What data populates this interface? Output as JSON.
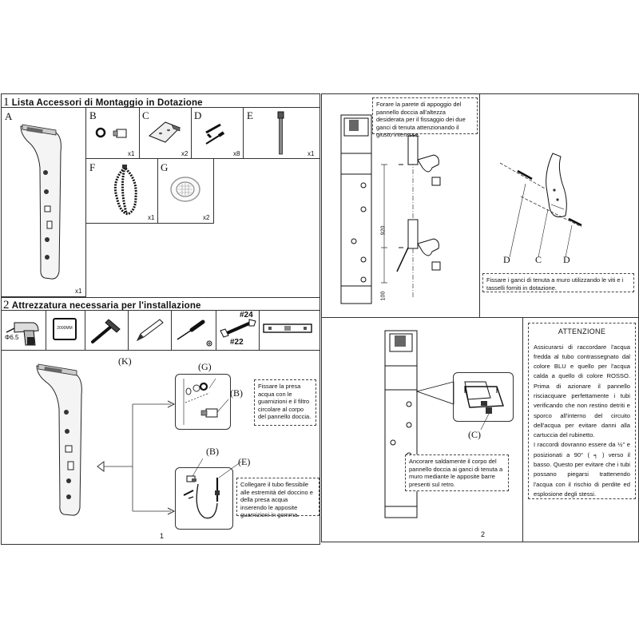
{
  "sections": {
    "accessories": {
      "num": "1",
      "title": "Lista Accessori di Montaggio in Dotazione"
    },
    "tools": {
      "num": "2",
      "title": "Attrezzatura necessaria per l'installazione"
    }
  },
  "items": {
    "A": {
      "letter": "A",
      "qty": "x1"
    },
    "B": {
      "letter": "B",
      "qty": "x1"
    },
    "C": {
      "letter": "C",
      "qty": "x2"
    },
    "D": {
      "letter": "D",
      "qty": "x8"
    },
    "E": {
      "letter": "E",
      "qty": "x1"
    },
    "F": {
      "letter": "F",
      "qty": "x1"
    },
    "G": {
      "letter": "G",
      "qty": "x2"
    }
  },
  "tools": {
    "drill_size": "Φ6.5",
    "tape_label": "2000MM",
    "wrench_24": "#24",
    "wrench_22": "#22"
  },
  "step1": {
    "k_label": "(K)",
    "g_label": "(G)",
    "b_label_top": "(B)",
    "b_label_bottom": "(B)",
    "e_label": "(E)",
    "note_top": "Fissare la presa acqua con le guarnizioni e il filtro circolare al corpo del pannello doccia.",
    "note_bottom": "Collegare il tubo flessibile alle estremità del doccino e della presa acqua inserendo le apposite guarnizioni in gomma.",
    "page": "1"
  },
  "page2": {
    "note_top": "Forare la parete di appoggio del pannello doccia all'altezza desiderata per il fissaggio dei due ganci di tenuta attenzionando il giusto interasse.",
    "dim_920": "920",
    "dim_100": "100",
    "labels_dcd": [
      "D",
      "C",
      "D"
    ],
    "note_hooks": "Fissare i ganci di tenuta a muro utilizzando le viti e i tasselli forniti in dotazione.",
    "c_label": "(C)",
    "note_anchor": "Ancorare saldamente il corpo del pannello doccia ai ganci di tenuta a muro mediante le apposite barre presenti sul retro.",
    "page": "2"
  },
  "warning": {
    "title": "ATTENZIONE",
    "body": "Assicurarsi di raccordare l'acqua fredda al tubo contrassegnato dal colore BLU e quello per l'acqua calda a quello di colore ROSSO. Prima di azionare il pannello risciacquare perfettamente i tubi verificando che non restino detriti e sporco all'interno del circuito dell'acqua per evitare danni alla cartuccia del rubinetto.",
    "body2": "I raccordi dovranno essere da ½\" e posizionati a 90° ( ╕ ) verso il basso. Questo per evitare che i tubi possano piegarsi trattenendo l'acqua con il rischio di perdite ed esplosione degli stessi."
  }
}
